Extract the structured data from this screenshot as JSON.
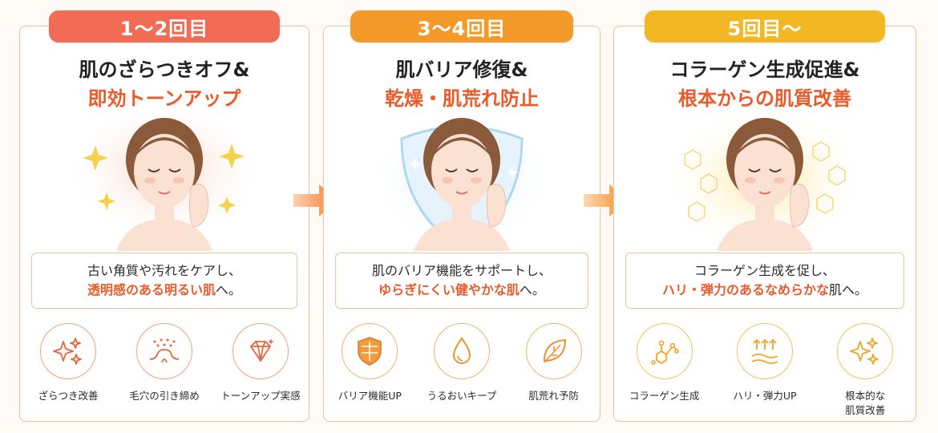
{
  "steps": [
    {
      "pill": "1〜2回目",
      "title_line1": "肌のざらつきオフ&",
      "title_line2": "即効トーンアップ",
      "desc_line1": "古い角質や汚れをケアし、",
      "desc_highlight": "透明感のある明るい肌",
      "desc_tail": "へ。",
      "icons": [
        {
          "name": "sparkle-icon",
          "label": "ざらつき改善"
        },
        {
          "name": "pore-icon",
          "label": "毛穴の引き締め"
        },
        {
          "name": "diamond-icon",
          "label": "トーンアップ実感"
        }
      ]
    },
    {
      "pill": "3〜4回目",
      "title_line1": "肌バリア修復&",
      "title_line2": "乾燥・肌荒れ防止",
      "desc_line1": "肌のバリア機能をサポートし、",
      "desc_highlight": "ゆらぎにくい健やかな肌",
      "desc_tail": "へ。",
      "icons": [
        {
          "name": "shield-icon",
          "label": "バリア機能UP"
        },
        {
          "name": "droplet-icon",
          "label": "うるおいキープ"
        },
        {
          "name": "leaf-icon",
          "label": "肌荒れ予防"
        }
      ]
    },
    {
      "pill": "5回目〜",
      "title_line1": "コラーゲン生成促進&",
      "title_line2": "根本からの肌質改善",
      "desc_line1": "コラーゲン生成を促し、",
      "desc_highlight": "ハリ・弾力のあるなめらかな",
      "desc_tail": "肌へ。",
      "icons": [
        {
          "name": "molecule-icon",
          "label": "コラーゲン生成"
        },
        {
          "name": "lift-icon",
          "label": "ハリ・弾力UP"
        },
        {
          "name": "sparkle-icon",
          "label_line1": "根本的な",
          "label_line2": "肌質改善"
        }
      ]
    }
  ],
  "colors": {
    "step1": "#f26c55",
    "step2": "#f49a2a",
    "step3": "#f2b723",
    "highlight": "#ea5a2a",
    "border": "#f3c29a"
  }
}
